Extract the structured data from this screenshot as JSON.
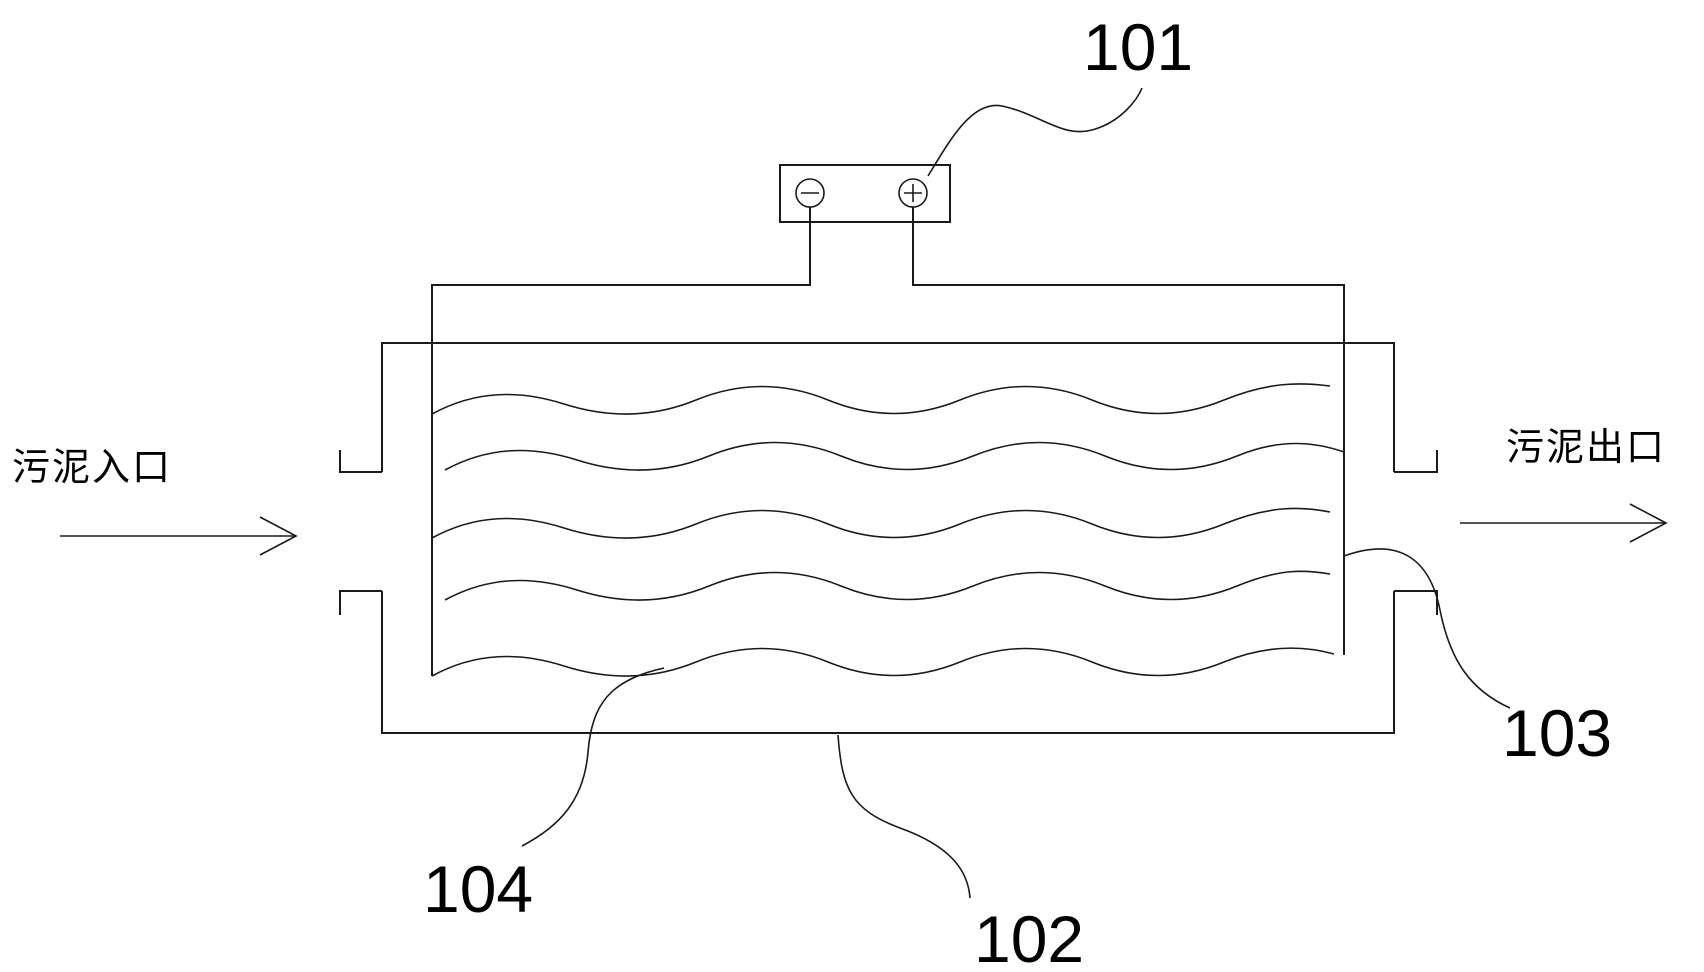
{
  "labels": {
    "power_supply": "101",
    "tank": "102",
    "anode_plate": "103",
    "cathode_wire": "104",
    "inlet": "污泥入口",
    "outlet": "污泥出口"
  },
  "terminals": {
    "negative_symbol": "minus-icon",
    "positive_symbol": "plus-icon"
  },
  "colors": {
    "line": "#1a1a1a",
    "background": "#ffffff"
  }
}
